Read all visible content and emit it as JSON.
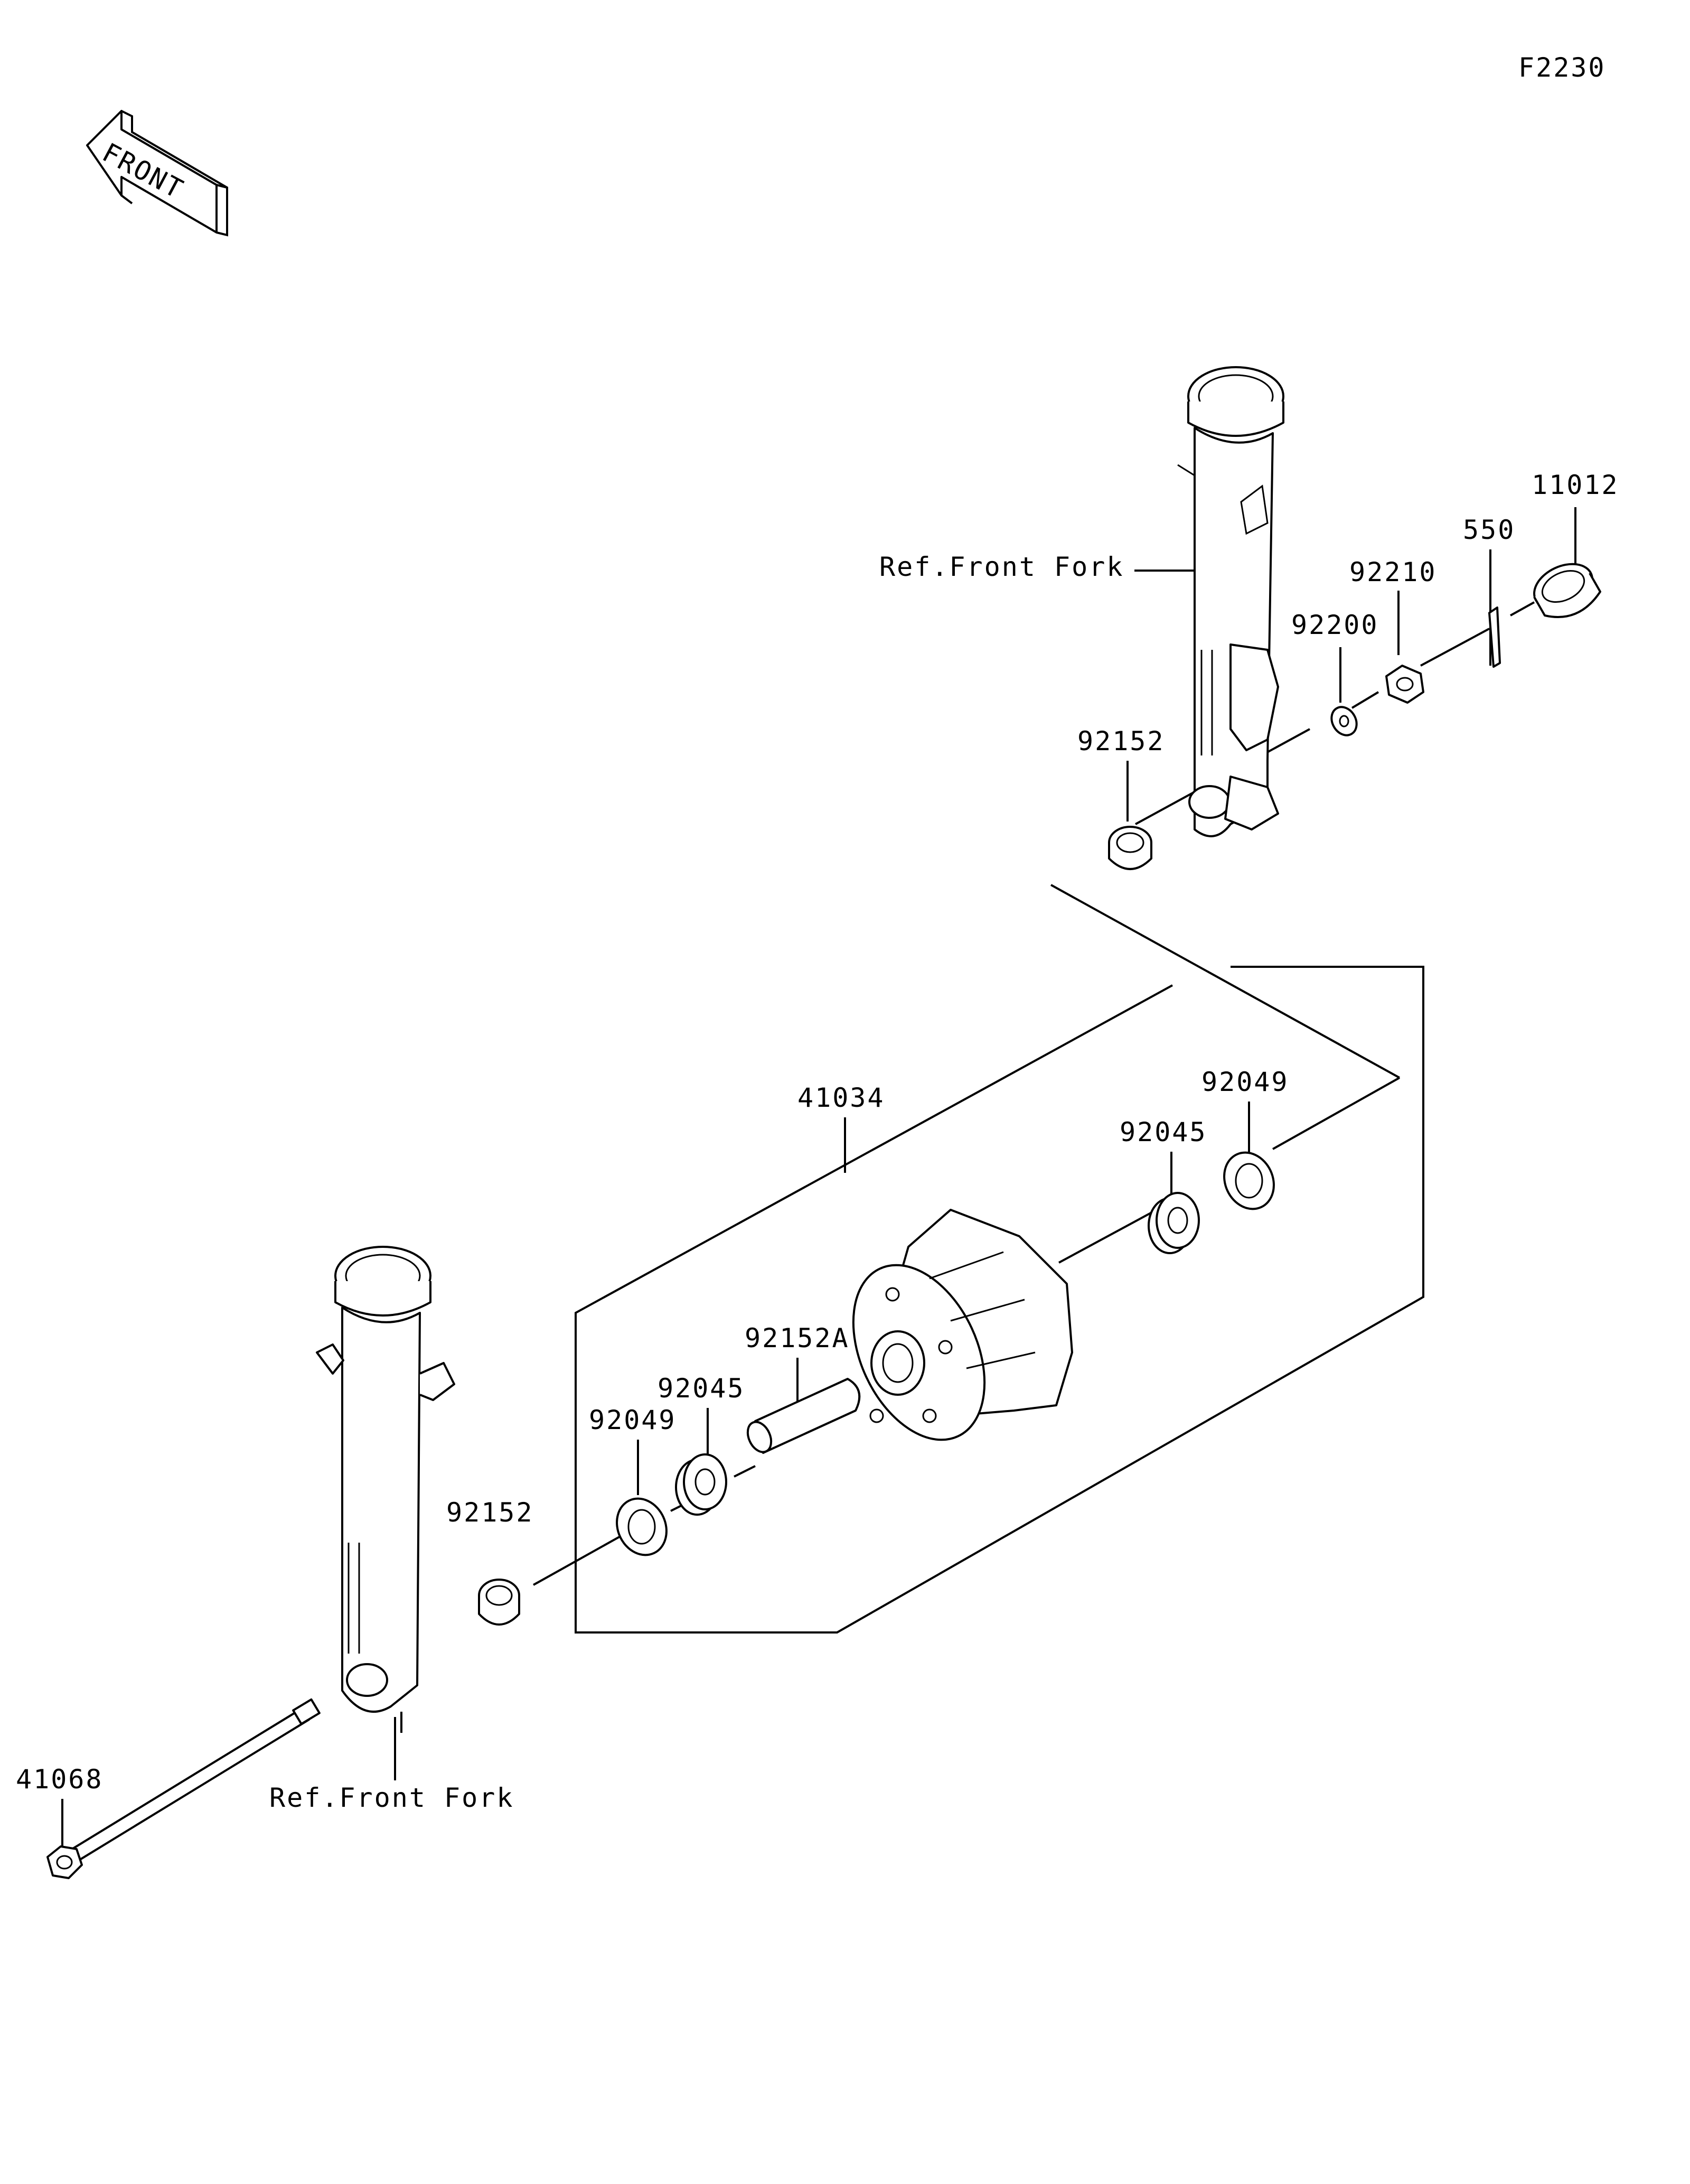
{
  "diagram_code": "F2230",
  "front_arrow": {
    "text": "FRONT",
    "icon": "front-direction-arrow-icon"
  },
  "parts": {
    "p11012": "11012",
    "p550": "550",
    "p92210": "92210",
    "p92200": "92200",
    "p92152_top": "92152",
    "p92049_right": "92049",
    "p92045_right": "92045",
    "p41034": "41034",
    "p92152A": "92152A",
    "p92045_left": "92045",
    "p92049_left": "92049",
    "p92152_left": "92152",
    "p41068": "41068"
  },
  "refs": {
    "front_fork_right": "Ref.Front Fork",
    "front_fork_left": "Ref.Front Fork"
  }
}
